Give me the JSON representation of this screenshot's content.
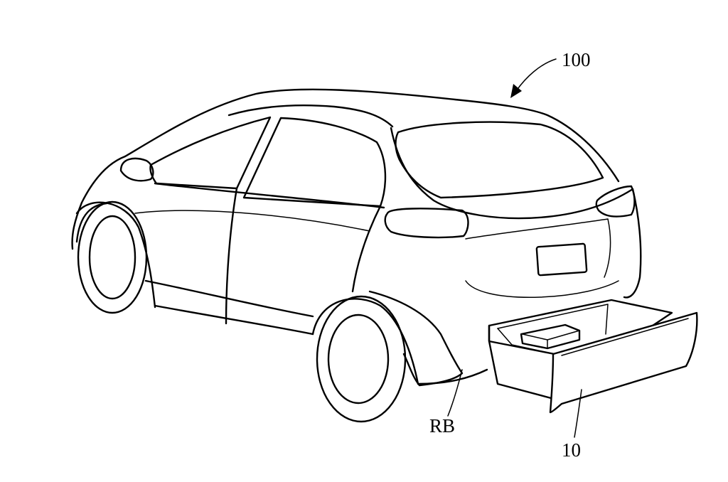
{
  "figure": {
    "labels": {
      "vehicle": "100",
      "rear_bumper": "RB",
      "drawer": "10"
    }
  }
}
